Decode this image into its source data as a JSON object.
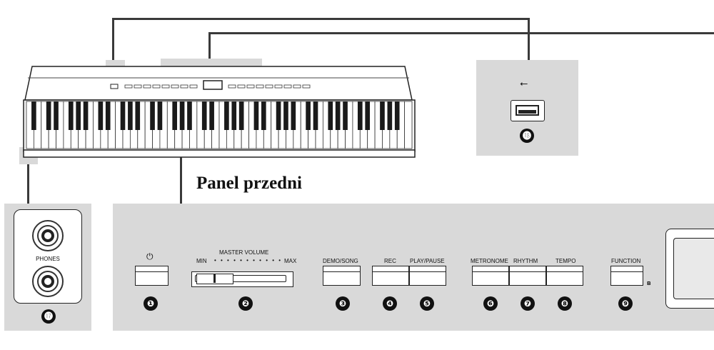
{
  "panel_title": "Panel przedni",
  "power_symbol": "⏻",
  "master_volume": {
    "label": "MASTER VOLUME",
    "min": "MIN",
    "max": "MAX"
  },
  "buttons": {
    "demo_song": "DEMO/SONG",
    "rec": "REC",
    "play_pause": "PLAY/PAUSE",
    "metronome": "METRONOME",
    "rhythm": "RHYTHM",
    "tempo": "TEMPO",
    "function": "FUNCTION"
  },
  "phones_label": "PHONES",
  "numbers": [
    "❶",
    "❷",
    "❸",
    "❹",
    "❺",
    "❻",
    "❼",
    "❽",
    "❾",
    "⓱",
    "⓲"
  ],
  "bluetooth_symbol": "ʙ",
  "colors": {
    "panel_gray": "#d9d9d9",
    "line": "#3a3a3a"
  }
}
